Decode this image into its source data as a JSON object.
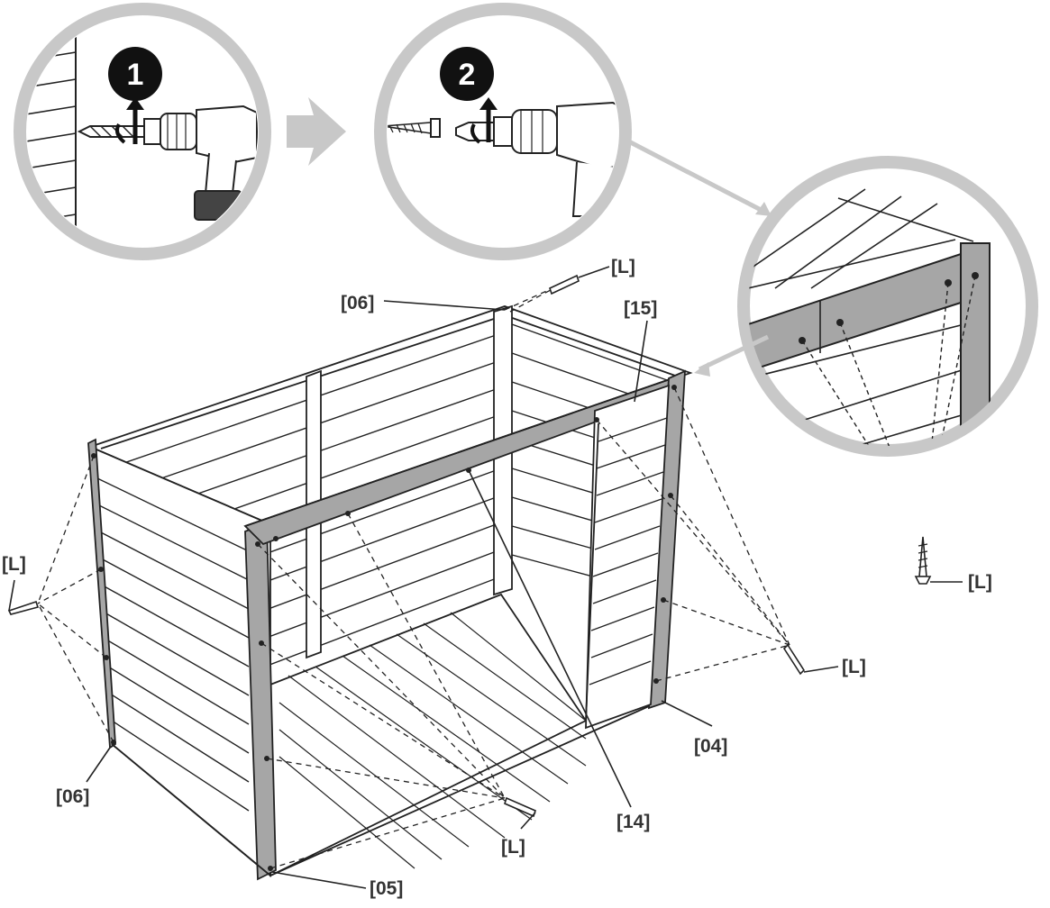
{
  "steps": {
    "step1": "1",
    "step2": "2"
  },
  "labels": {
    "l_top": "[L]",
    "l_left": "[L]",
    "l_right": "[L]",
    "l_bottom": "[L]",
    "l_detail": "[L]",
    "p06_top": "[06]",
    "p06_bottom": "[06]",
    "p15": "[15]",
    "p04": "[04]",
    "p14": "[14]",
    "p05": "[05]"
  },
  "colors": {
    "circle": "#c8c8c8",
    "panel_gray": "#a6a6a6",
    "line": "#222222",
    "label": "#333333",
    "arrow": "#c8c8c8"
  }
}
